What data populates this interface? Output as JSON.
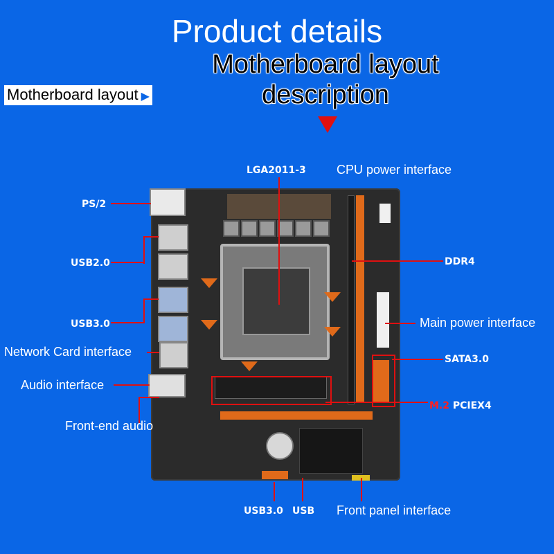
{
  "header": {
    "title": "Product details",
    "subtitle_line1": "Motherboard layout",
    "subtitle_line2": "description",
    "tag_label": "Motherboard layout"
  },
  "labels": {
    "lga": "LGA2011-3",
    "cpu_power": "CPU power interface",
    "ps2": "PS/2",
    "usb20": "USB2.0",
    "usb30_left": "USB3.0",
    "ddr4": "DDR4",
    "main_power": "Main power interface",
    "network": "Network Card interface",
    "sata": "SATA3.0",
    "audio": "Audio interface",
    "m2_prefix": "M.2",
    "m2_suffix": "PCIEX4",
    "front_audio": "Front-end audio",
    "usb30_bottom": "USB3.0",
    "usb_bottom": "USB",
    "front_panel": "Front panel interface"
  },
  "colors": {
    "background": "#0a66e6",
    "leader_line": "#e01010",
    "accent_orange": "#e06a1a",
    "board": "#2b2b2b"
  }
}
